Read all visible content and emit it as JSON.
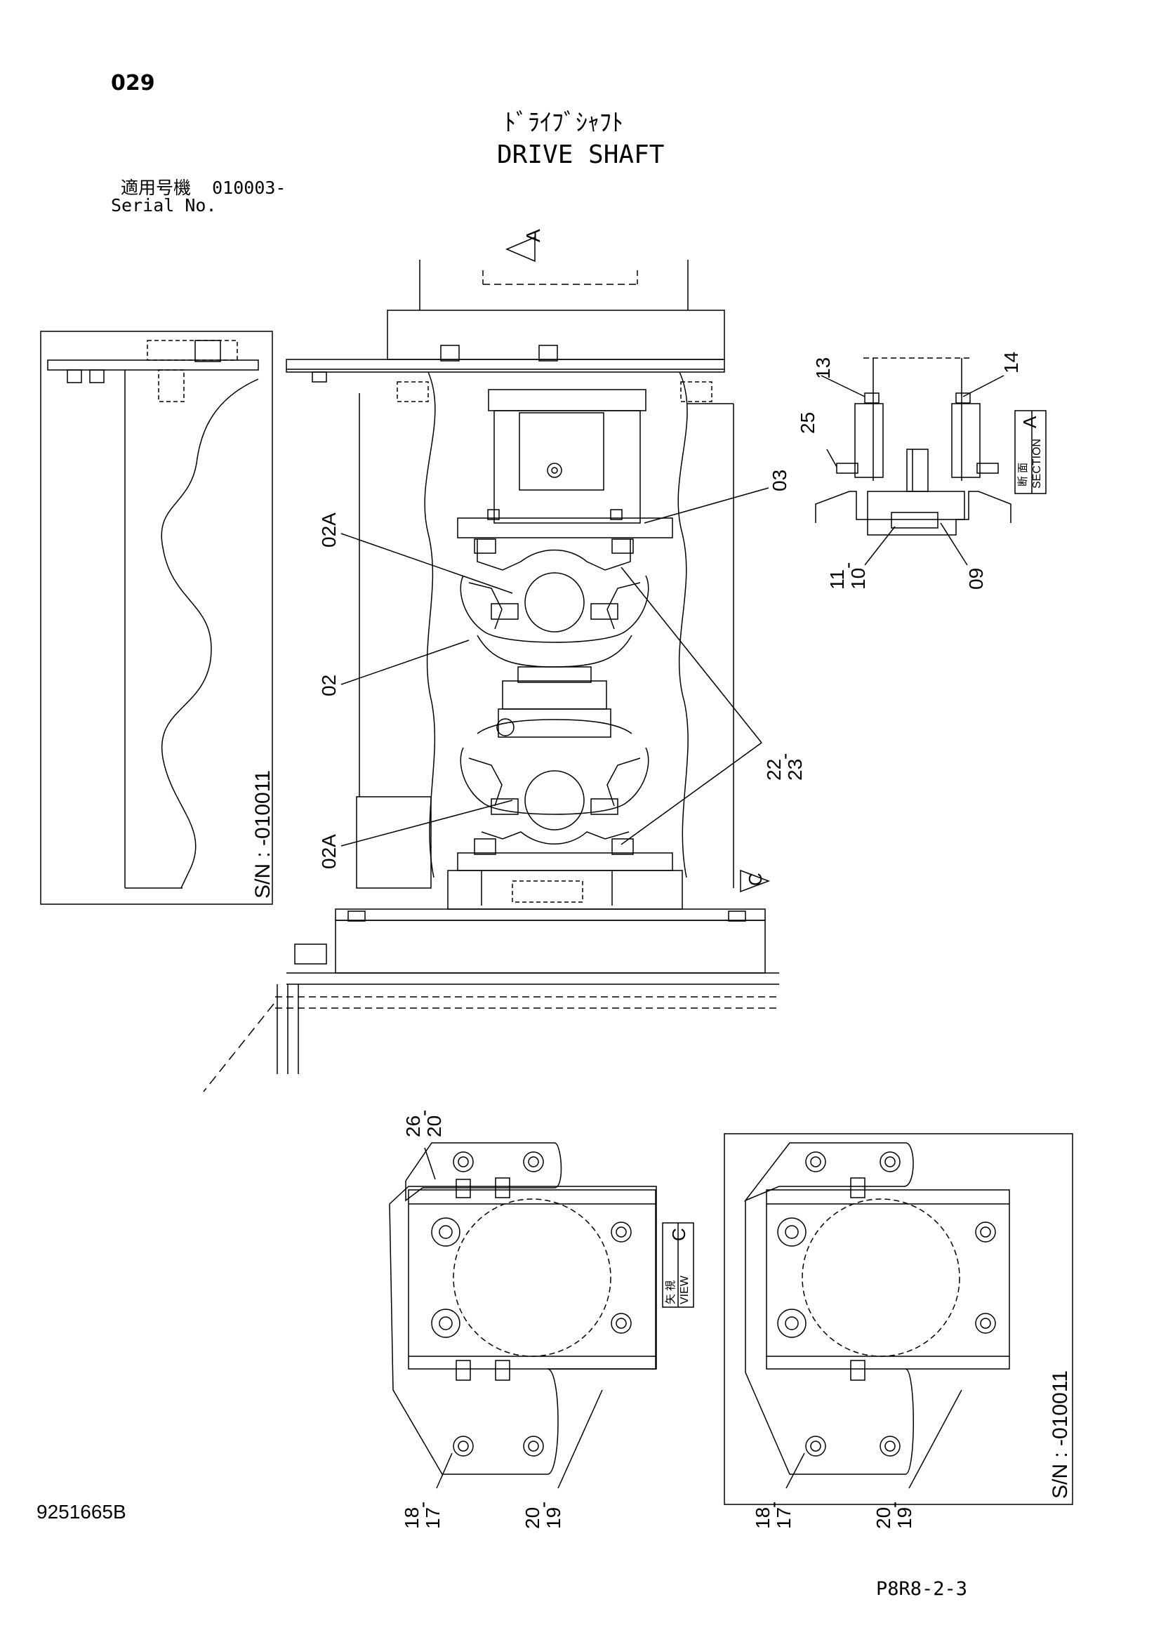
{
  "header": {
    "page_no": "029",
    "title_jp": "ﾄﾞﾗｲﾌﾞｼｬﾌﾄ",
    "title_en": "DRIVE SHAFT",
    "serial_label_jp": "適用号機",
    "serial_value": "010003-",
    "serial_label_en": "Serial No."
  },
  "footer": {
    "drawing_no": "9251665B",
    "page_code": "P8R8-2-3"
  },
  "views": {
    "arrow_a": "A",
    "arrow_c": "C",
    "section_jp": "断 面",
    "section_en": "SECTION",
    "section_letter": "A",
    "view_jp": "矢 視",
    "view_en": "VIEW",
    "view_letter": "C"
  },
  "inset_labels": {
    "left_sn": "S/N : -010011",
    "right_sn": "S/N : -010011"
  },
  "callouts": {
    "c03": "03",
    "c02a_top": "02A",
    "c02": "02",
    "c02a_bottom": "02A",
    "c22": "22",
    "c23": "23",
    "c13": "13",
    "c14": "14",
    "c25": "25",
    "c11": "11",
    "c10": "10",
    "c09": "09",
    "c26": "26",
    "c20_top": "20",
    "c18_l": "18",
    "c17_l": "17",
    "c20_l": "20",
    "c19_l": "19",
    "c18_r": "18",
    "c17_r": "17",
    "c20_r": "20",
    "c19_r": "19",
    "dash": "-"
  }
}
